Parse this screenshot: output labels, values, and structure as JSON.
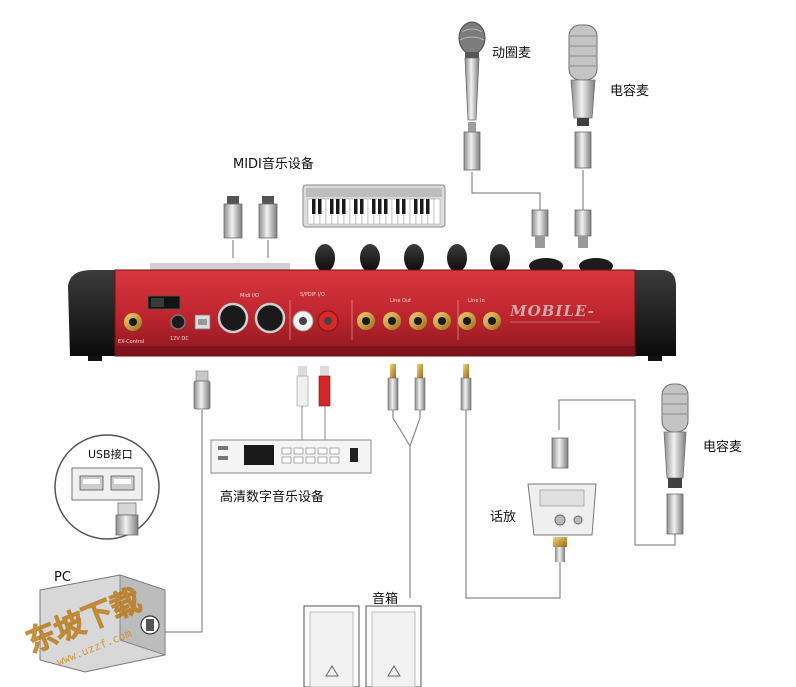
{
  "labels": {
    "dynamic_mic": "动圈麦",
    "condenser_mic_top": "电容麦",
    "midi_device": "MIDI音乐设备",
    "hd_digital_music_device": "高清数字音乐设备",
    "usb_port": "USB接口",
    "phantom_power": "话放",
    "condenser_mic_right": "电容麦",
    "speakers": "音箱",
    "pc": "PC"
  },
  "device": {
    "brand": "MOBILE-",
    "ports": {
      "midi_io": "Midi I/O",
      "spdif_io": "S/PDIF I/O",
      "line_out": "Line Out",
      "line_in": "Line In",
      "ex_control": "EX-Control",
      "power": "12V DC"
    }
  },
  "watermark": {
    "line1": "东坡下载",
    "line2": "www.uzzf.com"
  },
  "colors": {
    "device_red": "#c0262f",
    "device_dark_red": "#8e1820",
    "cable": "#8a8a8a",
    "watermark": "#e2a640"
  }
}
